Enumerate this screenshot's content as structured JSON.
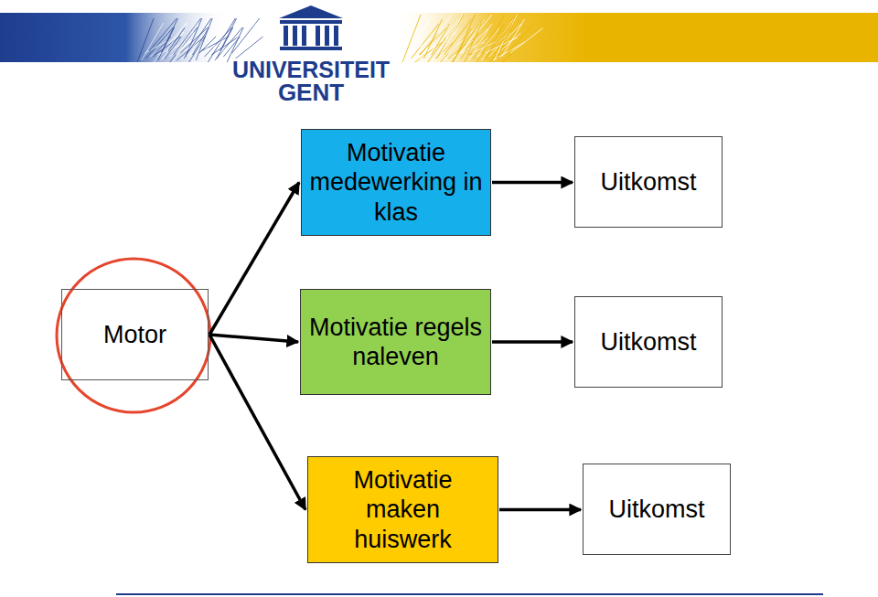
{
  "diagram": {
    "nodes": [
      {
        "text": [
          "Motor"
        ]
      },
      {
        "text": [
          "Motivatie medewerking in klas"
        ]
      },
      {
        "text": [
          "Uitkomst"
        ]
      },
      {
        "text": [
          "Motivatie regels naleven"
        ]
      },
      {
        "text": [
          "Uitkomst"
        ]
      },
      {
        "text": [
          "Motivatie maken huiswerk"
        ]
      },
      {
        "text": [
          "Uitkomst"
        ]
      }
    ],
    "edges": [
      {
        "from": 0,
        "to": 1,
        "arrow": "to"
      },
      {
        "from": 0,
        "to": 3,
        "arrow": "to"
      },
      {
        "from": 0,
        "to": 5,
        "arrow": "to"
      },
      {
        "from": 1,
        "to": 2,
        "arrow": "to"
      },
      {
        "from": 3,
        "to": 4,
        "arrow": "to"
      },
      {
        "from": 5,
        "to": 6,
        "arrow": "to"
      }
    ],
    "labels": [
      "UNIVERSITEIT",
      "GENT"
    ]
  }
}
